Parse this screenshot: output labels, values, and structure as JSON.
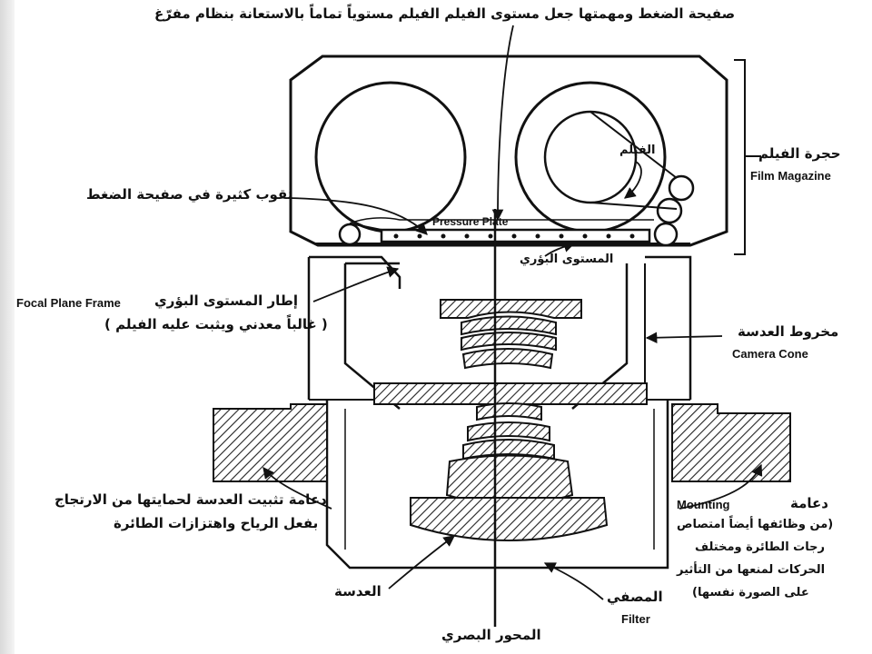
{
  "labels": {
    "top_caption": "صفيحة الضغط ومهمتها جعل مستوى الفيلم الفيلم مستوياً تماماً بالاستعانة بنظام مفرّغ",
    "film_magazine_ar": "حجرة الفيلم",
    "film_magazine_en": "Film Magazine",
    "film_ar": "الفيلم",
    "holes_ar": "ثقوب كثيرة في صفيحة الضغط",
    "pressure_plate_en": "Pressure Plate",
    "focal_plane_ar": "المستوى البؤري",
    "focal_plane_frame_en": "Focal Plane Frame",
    "focal_plane_frame_ar": "إطار المستوى البؤري",
    "focal_plane_frame_note_ar": "( غالباً معدني ويثبت عليه الفيلم )",
    "camera_cone_ar": "مخروط العدسة",
    "camera_cone_en": "Camera  Cone",
    "mounting_left_ar_1": "دعامة تثبيت العدسة لحمايتها من الارتجاج",
    "mounting_left_ar_2": "بفعل الرياح واهتزازات الطائرة",
    "mounting_ar": "دعامة",
    "mounting_en": "Mounting",
    "mounting_note_1": "(من وظائفها أيضاً امتصاص",
    "mounting_note_2": "رجات الطائرة ومختلف",
    "mounting_note_3": "الحركات لمنعها من التأثير",
    "mounting_note_4": "على الصورة نفسها)",
    "lens_ar": "العدسة",
    "filter_ar": "المصفي",
    "filter_en": "Filter",
    "optical_axis_ar": "المحور البصري"
  },
  "colors": {
    "ink": "#111111",
    "paper": "#ffffff",
    "hatch": "#222222"
  }
}
